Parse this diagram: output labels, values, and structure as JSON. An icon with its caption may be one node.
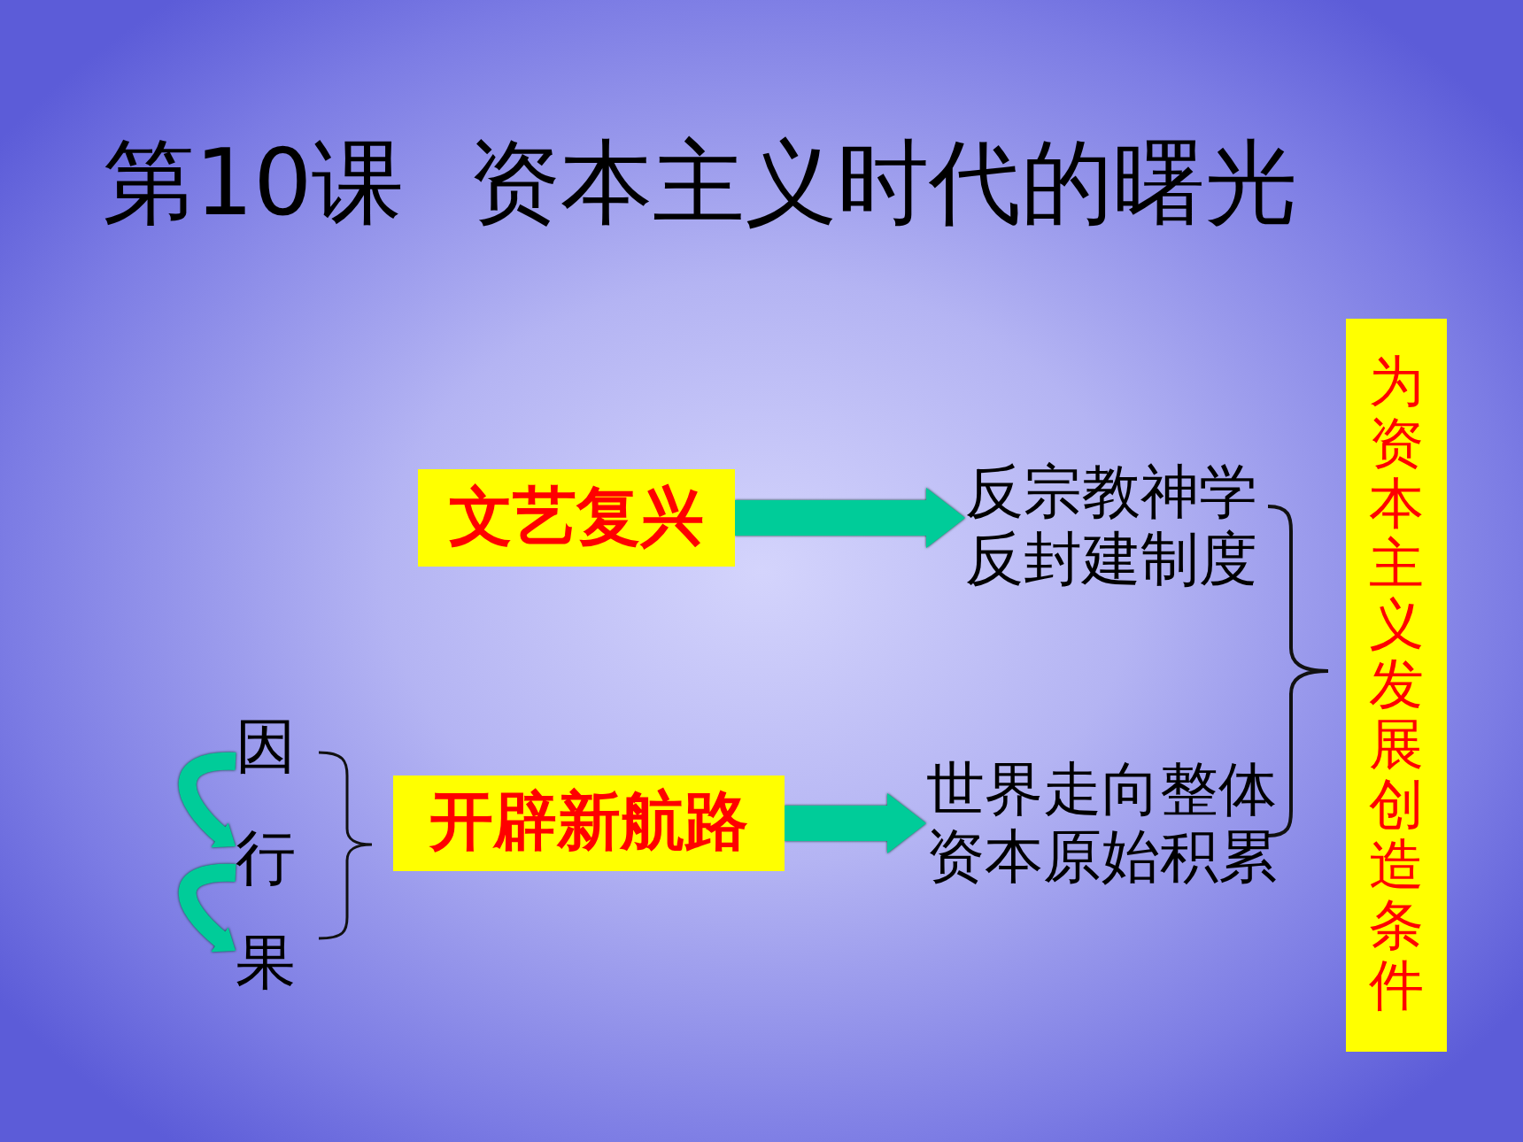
{
  "diagram": {
    "title": "第10课 资本主义时代的曙光",
    "nodes": [
      {
        "text": [
          "文艺复兴"
        ]
      },
      {
        "text": [
          "反宗教神学",
          "反封建制度"
        ]
      },
      {
        "text": [
          "开辟新航路"
        ]
      },
      {
        "text": [
          "世界走向整体",
          "资本原始积累"
        ]
      },
      {
        "text": [
          "为资本主义发展创造条件"
        ]
      },
      {
        "text": [
          "因"
        ]
      },
      {
        "text": [
          "行"
        ]
      },
      {
        "text": [
          "果"
        ]
      }
    ],
    "edges": [
      {
        "from": 0,
        "to": 1,
        "arrow": "to"
      },
      {
        "from": 2,
        "to": 3,
        "arrow": "to"
      },
      {
        "from": 5,
        "to": 6,
        "arrow": "to"
      },
      {
        "from": 6,
        "to": 7,
        "arrow": "to"
      }
    ]
  }
}
